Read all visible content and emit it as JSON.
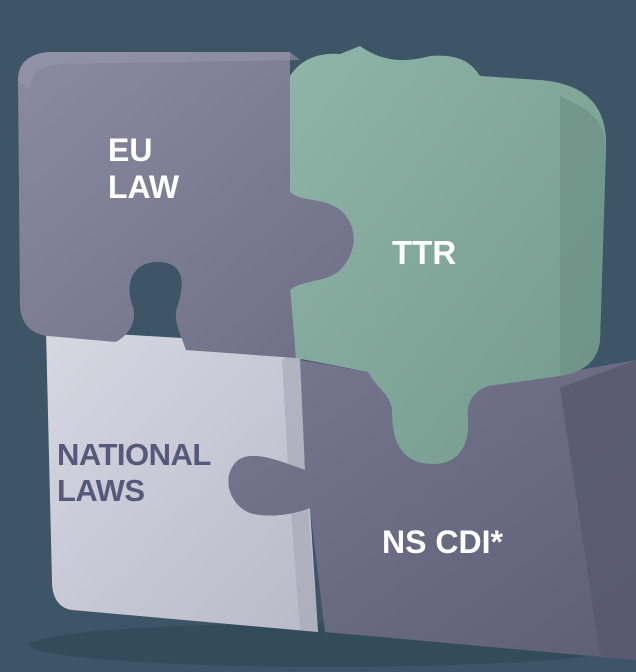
{
  "pieces": {
    "eu_law": {
      "lines": [
        "EU",
        "LAW"
      ],
      "color": "#7a7b90",
      "text_color": "#ffffff"
    },
    "ttr": {
      "lines": [
        "TTR"
      ],
      "color": "#7fa699",
      "text_color": "#ffffff"
    },
    "national_laws": {
      "lines": [
        "NATIONAL",
        "LAWS"
      ],
      "color": "#c9cad6",
      "text_color": "#555a7c"
    },
    "ns_cdi": {
      "lines": [
        "NS CDI*"
      ],
      "color": "#6c6d85",
      "text_color": "#ffffff"
    }
  },
  "colors": {
    "background": "#3d5566"
  }
}
